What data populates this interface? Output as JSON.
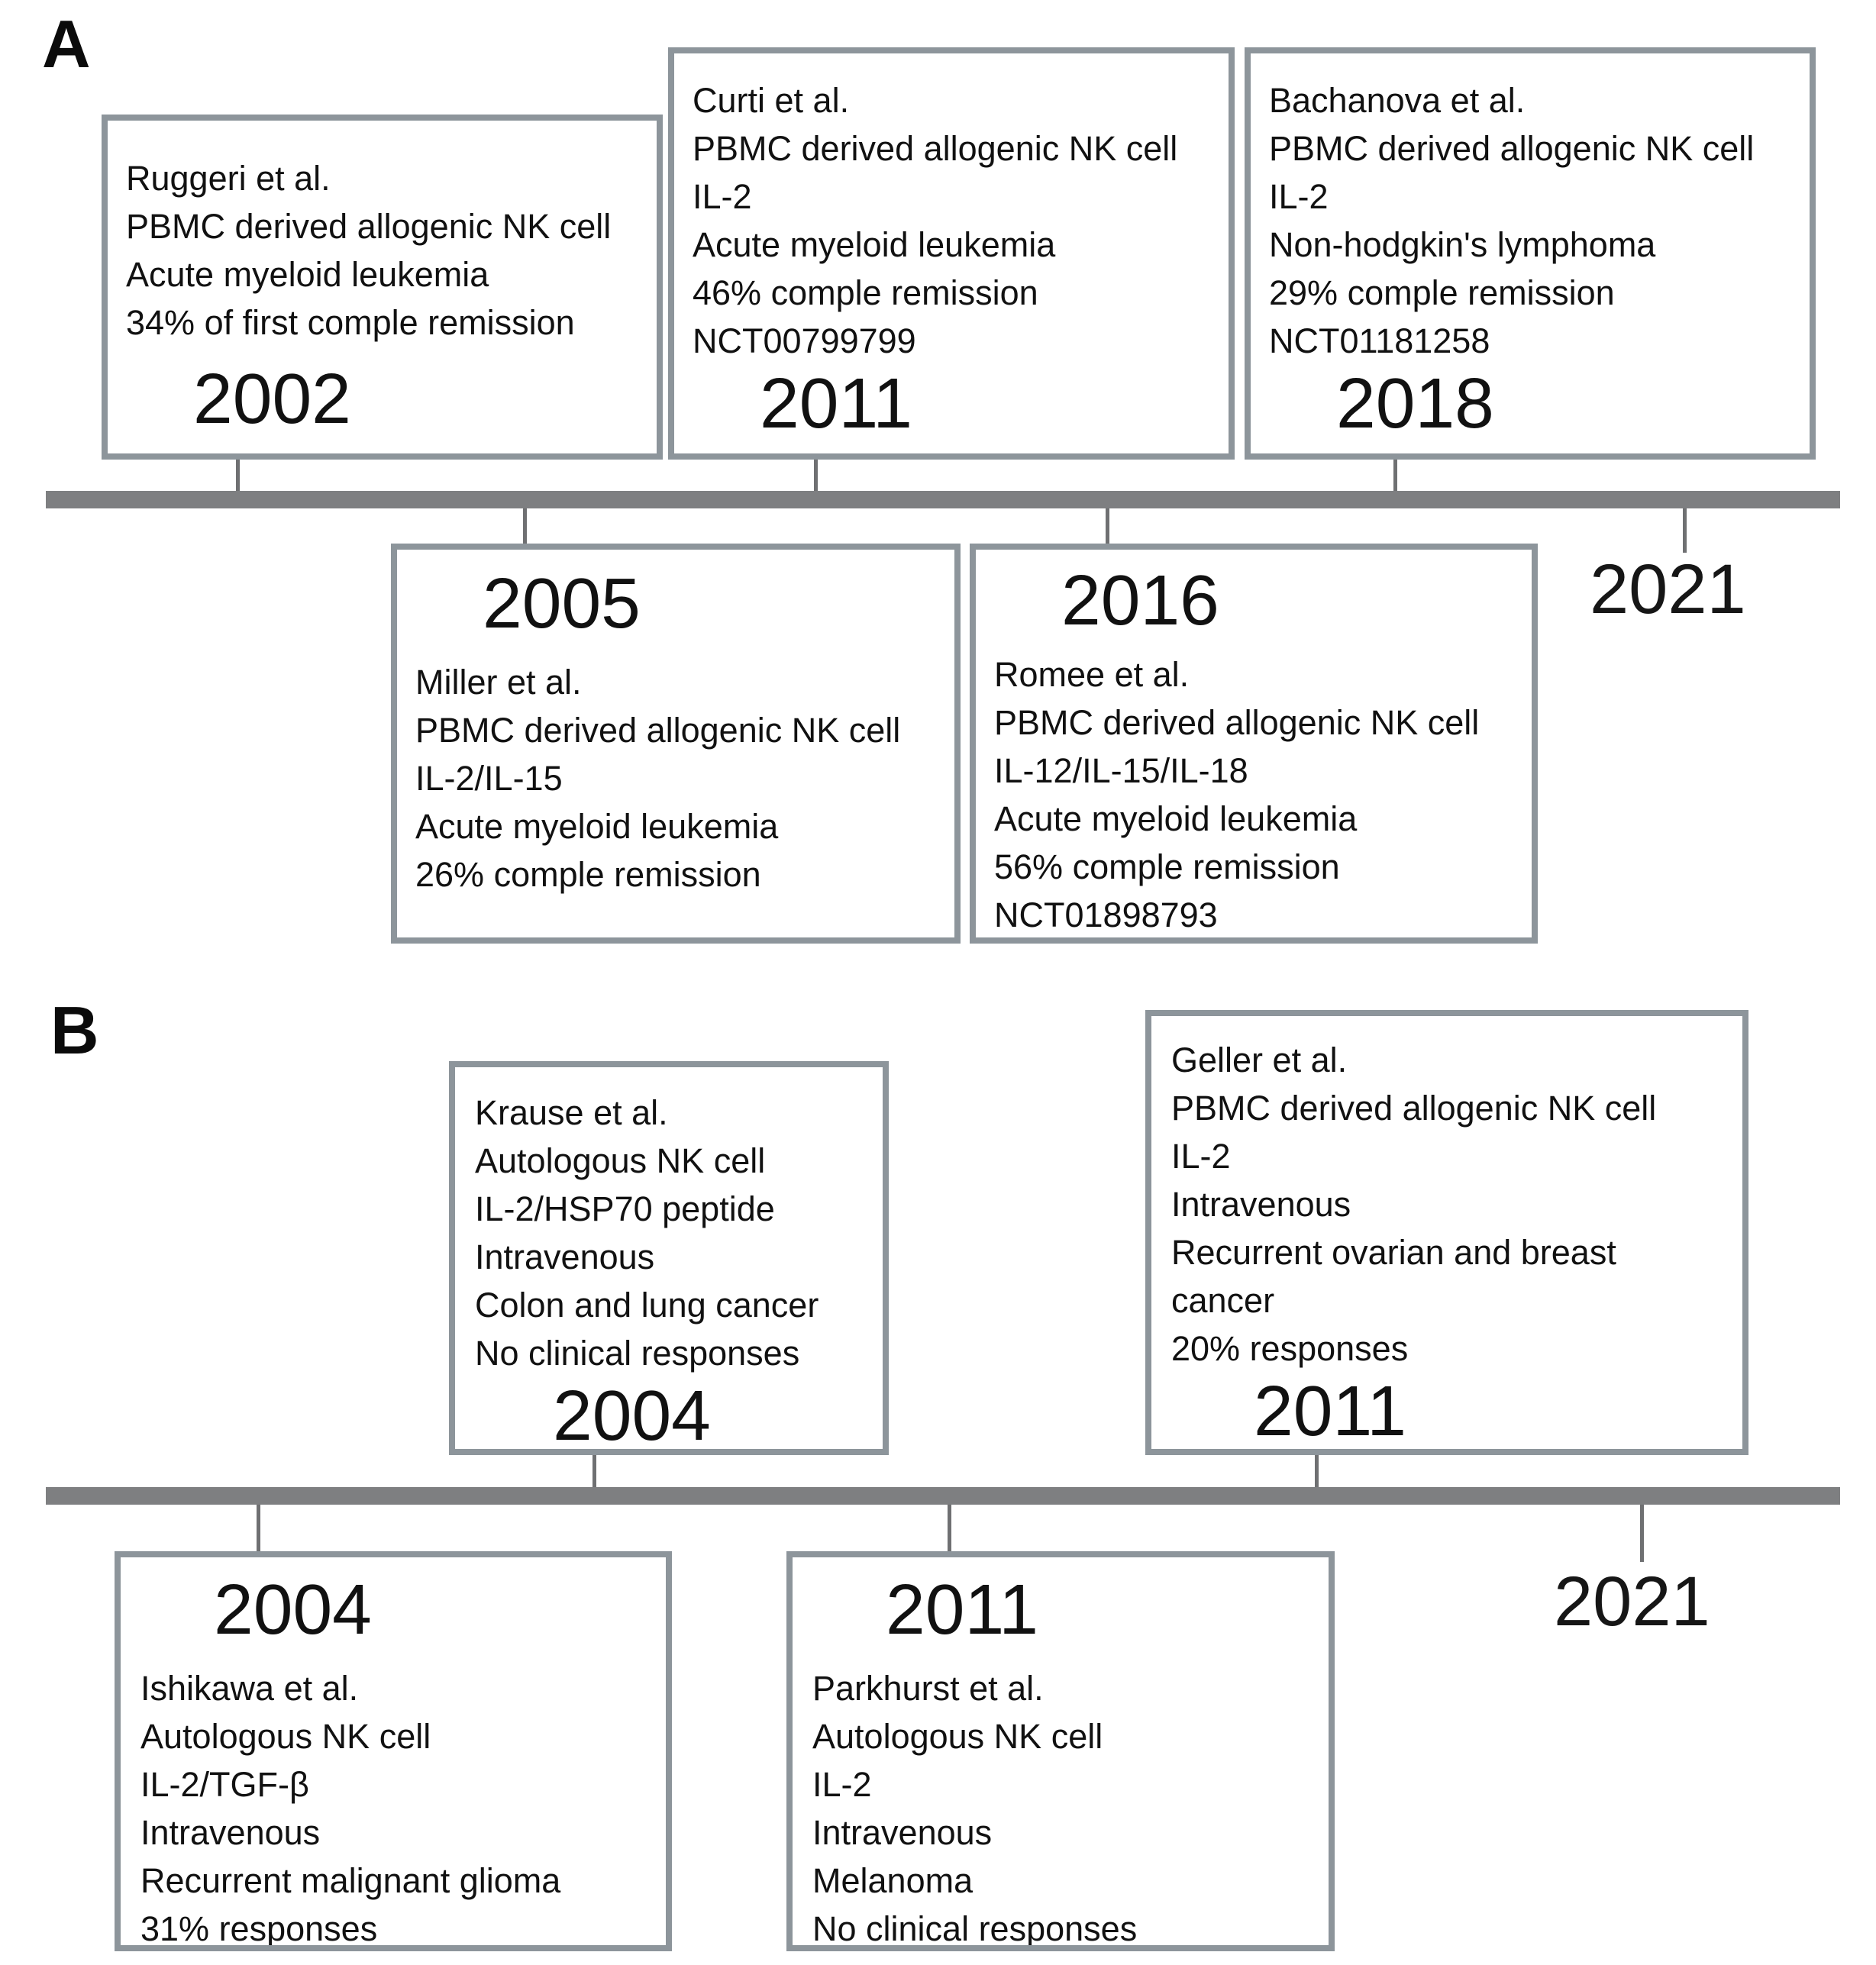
{
  "figure": {
    "type": "timeline-diagram",
    "description": "Two horizontal timelines of NK cell therapy clinical studies"
  },
  "colors": {
    "background": "#ffffff",
    "box_border": "#8d959b",
    "timeline_bar": "#7e7f81",
    "tick": "#6f7072",
    "text": "#111111"
  },
  "panels": [
    {
      "label": "A",
      "top_boxes": [
        {
          "year": "2002",
          "lines": [
            "Ruggeri et al.",
            "PBMC derived allogenic NK cell",
            "Acute myeloid leukemia",
            "34% of first comple remission"
          ]
        },
        {
          "year": "2011",
          "lines": [
            "Curti et al.",
            "PBMC derived allogenic NK cell",
            "IL-2",
            "Acute myeloid leukemia",
            "46% comple remission",
            "NCT00799799"
          ]
        },
        {
          "year": "2018",
          "lines": [
            "Bachanova et al.",
            "PBMC derived allogenic NK cell",
            "IL-2",
            "Non-hodgkin's lymphoma",
            "29% comple remission",
            "NCT01181258"
          ]
        }
      ],
      "bottom_boxes": [
        {
          "year": "2005",
          "lines": [
            "Miller et al.",
            "PBMC derived allogenic NK cell",
            "IL-2/IL-15",
            "Acute myeloid leukemia",
            "26% comple remission"
          ]
        },
        {
          "year": "2016",
          "lines": [
            "Romee et al.",
            "PBMC derived allogenic NK cell",
            "IL-12/IL-15/IL-18",
            "Acute myeloid leukemia",
            "56% comple remission",
            "NCT01898793"
          ]
        }
      ],
      "end_year": "2021"
    },
    {
      "label": "B",
      "top_boxes": [
        {
          "year": "2004",
          "lines": [
            "Krause et al.",
            "Autologous NK cell",
            "IL-2/HSP70 peptide",
            "Intravenous",
            "Colon and lung cancer",
            "No clinical responses"
          ]
        },
        {
          "year": "2011",
          "lines": [
            "Geller et al.",
            "PBMC derived allogenic NK cell",
            "IL-2",
            "Intravenous",
            "Recurrent ovarian and breast",
            "cancer",
            "20% responses"
          ]
        }
      ],
      "bottom_boxes": [
        {
          "year": "2004",
          "lines": [
            "Ishikawa et al.",
            "Autologous NK cell",
            "IL-2/TGF-β",
            "Intravenous",
            "Recurrent malignant glioma",
            "31% responses"
          ]
        },
        {
          "year": "2011",
          "lines": [
            "Parkhurst et al.",
            "Autologous NK cell",
            "IL-2",
            "Intravenous",
            "Melanoma",
            "No clinical responses"
          ]
        }
      ],
      "end_year": "2021"
    }
  ]
}
